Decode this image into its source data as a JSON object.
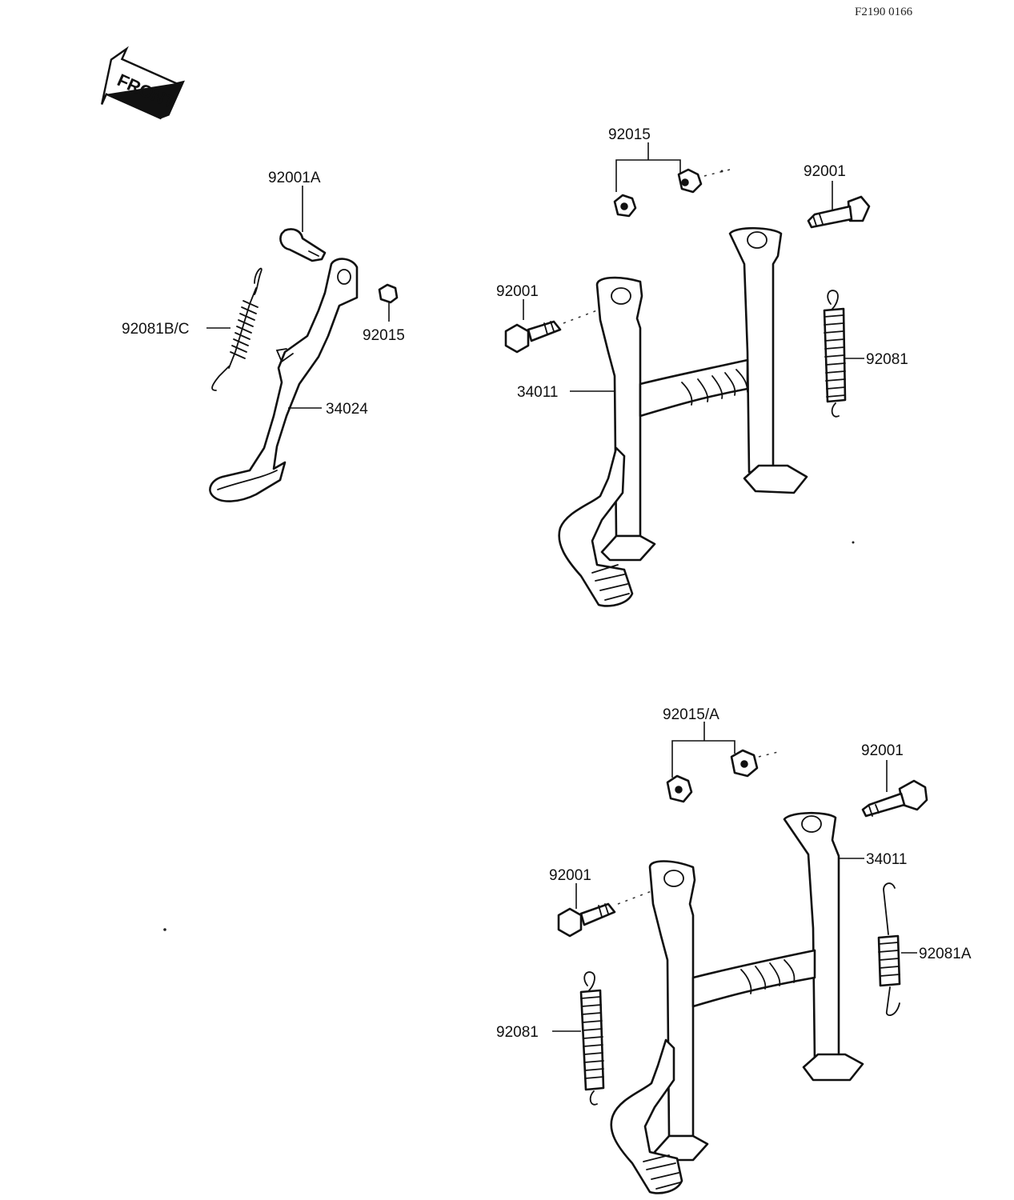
{
  "doc_code": "F2190 0166",
  "front_badge": "FRONT",
  "groups": {
    "side_stand": {
      "labels": [
        "92001A",
        "92081B/C",
        "92015",
        "34024"
      ]
    },
    "center_stand_upper": {
      "labels": [
        "92015",
        "92001",
        "92001",
        "92081",
        "34011"
      ]
    },
    "center_stand_lower": {
      "labels": [
        "92015/A",
        "92001",
        "34011",
        "92001",
        "92081A",
        "92081"
      ]
    }
  }
}
